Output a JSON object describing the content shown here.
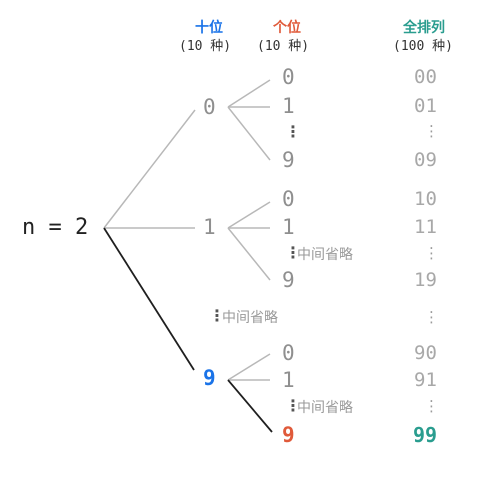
{
  "headers": {
    "tens": "十位",
    "ones": "个位",
    "all": "全排列",
    "tens_count": "(10 种)",
    "ones_count": "(10 种)",
    "all_count": "(100 种)"
  },
  "colors": {
    "tens": "#1a73e8",
    "ones": "#e05a3a",
    "all": "#2a9d8f",
    "edge": "#b8b8b8",
    "highlight_edge": "#1f1f1f"
  },
  "root_label": "n = 2",
  "ellipsis": "⋮",
  "omitted_note": "中间省略",
  "tens_nodes": [
    "0",
    "1",
    "9"
  ],
  "branches": [
    {
      "tens": "0",
      "ones": [
        "0",
        "1",
        "⋮",
        "9"
      ],
      "results": [
        "00",
        "01",
        "⋮",
        "09"
      ]
    },
    {
      "tens": "1",
      "ones": [
        "0",
        "1",
        "⋮",
        "9"
      ],
      "results": [
        "10",
        "11",
        "⋮",
        "19"
      ]
    },
    {
      "tens": "9",
      "ones": [
        "0",
        "1",
        "⋮",
        "9"
      ],
      "results": [
        "90",
        "91",
        "⋮",
        "99"
      ]
    }
  ],
  "highlight": {
    "tens": "9",
    "ones": "9",
    "result": "99"
  }
}
